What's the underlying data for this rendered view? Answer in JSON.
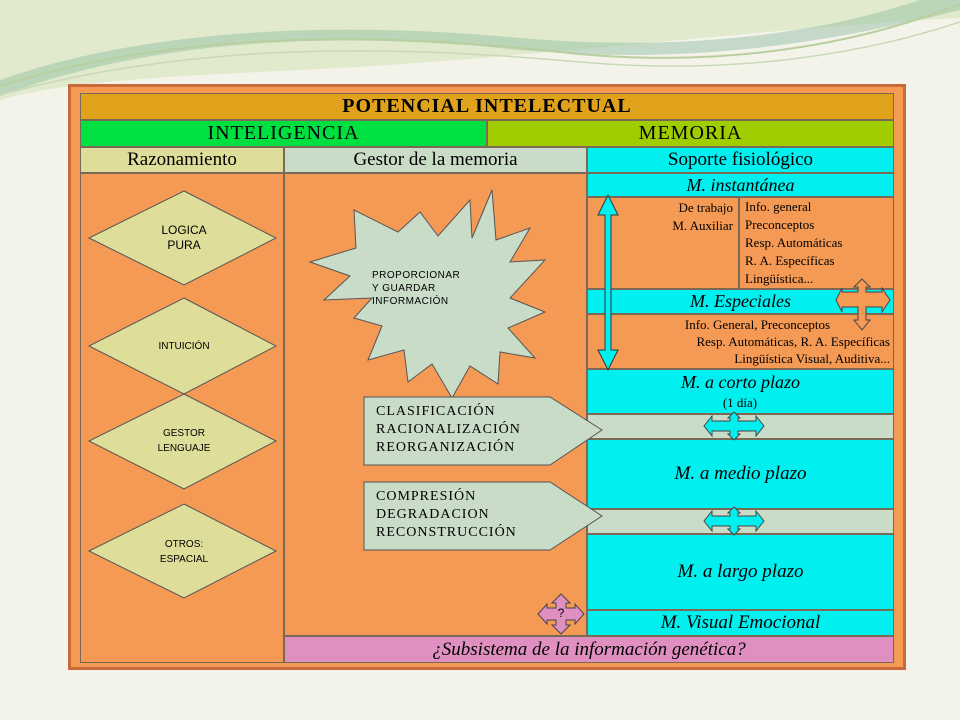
{
  "header": {
    "title": "POTENCIAL INTELECTUAL"
  },
  "columns": {
    "inteligencia": "INTELIGENCIA",
    "memoria": "MEMORIA"
  },
  "subheaders": {
    "razonamiento": "Razonamiento",
    "gestor": "Gestor de la memoria",
    "soporte": "Soporte fisiológico"
  },
  "razonamiento_items": [
    "LOGICA PURA",
    "INTUICIÓN",
    "GESTOR LENGUAJE",
    "OTROS: ESPACIAL"
  ],
  "gestor": {
    "star_text": [
      "PROPORCIONAR",
      "Y GUARDAR",
      "INFORMACIÓN"
    ],
    "arrow1": [
      "CLASIFICACIÓN",
      "RACIONALIZACIÓN",
      "REORGANIZACIÓN"
    ],
    "arrow2": [
      "COMPRESIÓN",
      "DEGRADACION",
      "RECONSTRUCCIÓN"
    ],
    "question": "?"
  },
  "soporte": {
    "instantanea": "M. instantánea",
    "trabajo": [
      "De trabajo",
      "M. Auxiliar"
    ],
    "info_list": [
      "Info. general",
      "Preconceptos",
      "Resp. Automáticas",
      "R. A. Específicas",
      "Lingüística..."
    ],
    "especiales": "M. Especiales",
    "especiales_list": [
      "Info. General, Preconceptos",
      "Resp. Automáticas, R. A. Específicas",
      "Lingüística Visual, Auditiva..."
    ],
    "corto": "M. a corto plazo",
    "corto_note": "(1 día)",
    "medio": "M. a medio plazo",
    "largo": "M. a largo plazo",
    "visual": "M. Visual Emocional"
  },
  "footer": "¿Subsistema de la información genética?",
  "colors": {
    "header": "#e0a21a",
    "inteligencia": "#00e040",
    "memoria": "#9fcd00",
    "razonamiento": "#dede9a",
    "gestor": "#c8dcc8",
    "soporte": "#00f0f0",
    "body": "#f59a55",
    "footer": "#e090c0",
    "shape": "#dede9a",
    "star": "#c8dcc8"
  }
}
